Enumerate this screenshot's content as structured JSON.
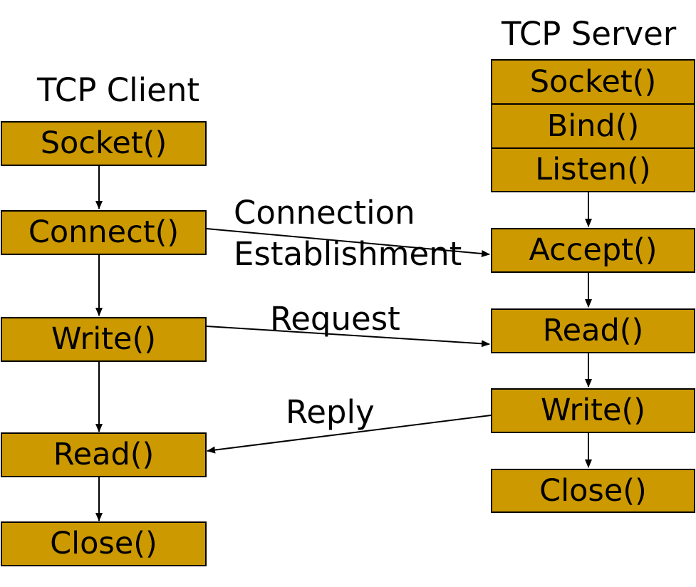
{
  "client": {
    "title": "TCP Client",
    "steps": [
      "Socket()",
      "Connect()",
      "Write()",
      "Read()",
      "Close()"
    ]
  },
  "server": {
    "title": "TCP Server",
    "steps": [
      "Socket()",
      "Bind()",
      "Listen()",
      "Accept()",
      "Read()",
      "Write()",
      "Close()"
    ]
  },
  "messages": {
    "connection": [
      "Connection",
      "Establishment"
    ],
    "request": "Request",
    "reply": "Reply"
  },
  "colors": {
    "box_fill": "#cc9900",
    "stroke": "#000000",
    "background": "#ffffff"
  }
}
